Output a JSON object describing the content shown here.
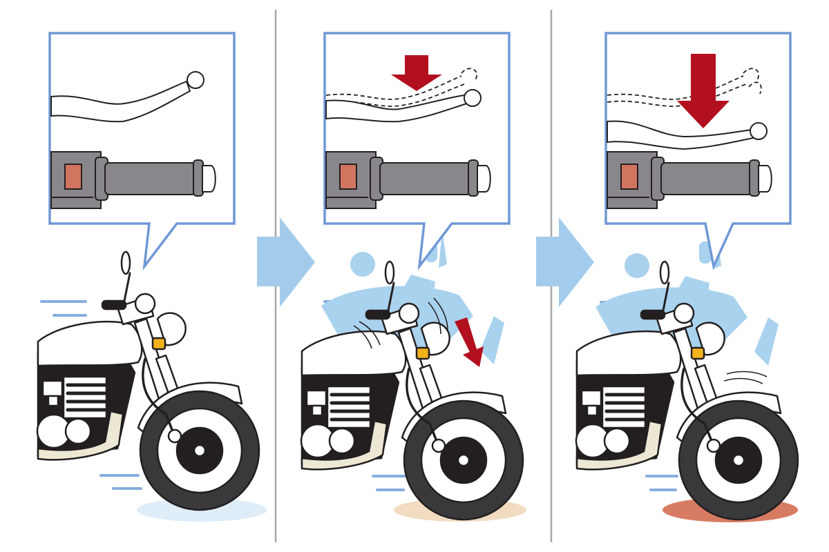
{
  "colors": {
    "frame_blue": "#6f98d6",
    "light_blue": "#a3ccec",
    "ghost_blue": "#a9d2ee",
    "brake_red": "#b3101f",
    "grip_gray": "#8a878c",
    "grip_dark": "#5c595e",
    "switch_orange": "#d27560",
    "divider_gray": "#a8a8a8",
    "outline": "#231f20",
    "tire": "#39393b",
    "exhaust": "#ece8d4",
    "turn_signal": "#f2b21c",
    "shadow_stage1": "#deedf8",
    "shadow_stage2": "#f1dcc2",
    "shadow_stage3": "#d77c63"
  },
  "panels": [
    {
      "stage": 1,
      "lever_state": "released",
      "press_arrow": false,
      "dive_arrow": false,
      "ghost_bike": false,
      "shadow": "light-blue"
    },
    {
      "stage": 2,
      "lever_state": "half-pulled",
      "press_arrow": true,
      "dive_arrow": true,
      "ghost_bike": true,
      "shadow": "beige"
    },
    {
      "stage": 3,
      "lever_state": "fully-pulled",
      "press_arrow": true,
      "dive_arrow": false,
      "ghost_bike": true,
      "shadow": "terracotta"
    }
  ],
  "progress_arrows": [
    "stage-1-to-2",
    "stage-2-to-3"
  ]
}
